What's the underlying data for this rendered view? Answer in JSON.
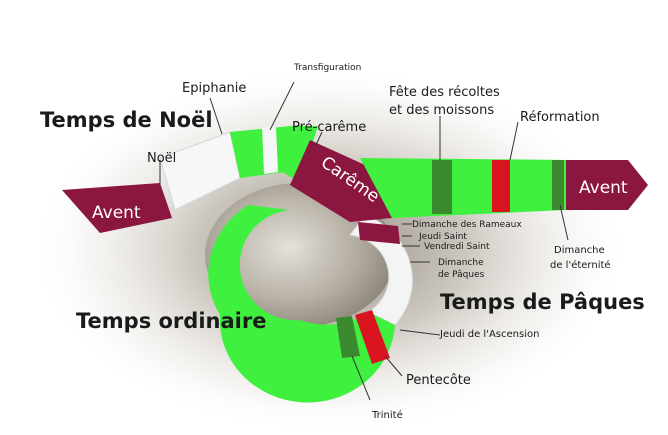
{
  "colors": {
    "green": "#3ff03f",
    "dark_green": "#3b8a2f",
    "red": "#d9141e",
    "maroon": "#8b1640",
    "white_segment": "#f7f7f7",
    "shadow": "#c9c4bb"
  },
  "segments": {
    "avent_left": "Avent",
    "careme": "Carême",
    "avent_right": "Avent"
  },
  "labels": {
    "temps_noel": "Temps de Noël",
    "noel": "Noël",
    "epiphanie": "Epiphanie",
    "transfiguration": "Transfiguration",
    "pre_careme": "Pré-carême",
    "fete_recoltes_1": "Fête des récoltes",
    "fete_recoltes_2": "et des moissons",
    "reformation": "Réformation",
    "dimanche_rameaux": "Dimanche des Rameaux",
    "jeudi_saint": "Jeudi Saint",
    "vendredi_saint": "Vendredi Saint",
    "dimanche_paques_1": "Dimanche",
    "dimanche_paques_2": "de Pâques",
    "dimanche_eternite_1": "Dimanche",
    "dimanche_eternite_2": "de l'éternité",
    "temps_paques": "Temps de Pâques",
    "jeudi_ascension": "Jeudi de l'Ascension",
    "temps_ordinaire": "Temps ordinaire",
    "pentecote": "Pentecôte",
    "trinite": "Trinité"
  }
}
